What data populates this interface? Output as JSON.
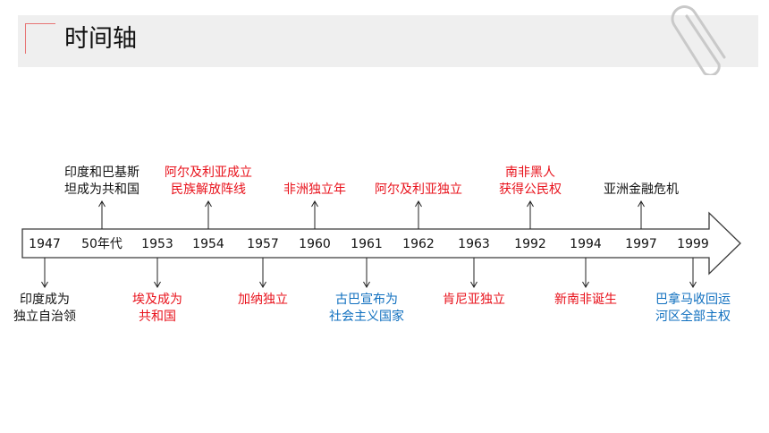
{
  "title": "时间轴",
  "colors": {
    "black": "#111111",
    "red": "#e8101a",
    "blue": "#0f6fbf",
    "accent_square": "#e77474"
  },
  "years": [
    "1947",
    "50年代",
    "1953",
    "1954",
    "1957",
    "1960",
    "1961",
    "1962",
    "1963",
    "1992",
    "1994",
    "1997",
    "1999"
  ],
  "events_above": [
    {
      "year": "50年代",
      "lines": [
        "印度和巴基斯",
        "坦成为共和国"
      ],
      "color": "black"
    },
    {
      "year": "1954",
      "lines": [
        "阿尔及利亚成立",
        "民族解放阵线"
      ],
      "color": "red"
    },
    {
      "year": "1960",
      "lines": [
        "非洲独立年"
      ],
      "color": "red"
    },
    {
      "year": "1962",
      "lines": [
        "阿尔及利亚独立"
      ],
      "color": "red"
    },
    {
      "year": "1992",
      "lines": [
        "南非黑人",
        "获得公民权"
      ],
      "color": "red"
    },
    {
      "year": "1997",
      "lines": [
        "亚洲金融危机"
      ],
      "color": "black"
    }
  ],
  "events_below": [
    {
      "year": "1947",
      "lines": [
        "印度成为",
        "独立自治领"
      ],
      "color": "black"
    },
    {
      "year": "1953",
      "lines": [
        "埃及成为",
        "共和国"
      ],
      "color": "red"
    },
    {
      "year": "1957",
      "lines": [
        "加纳独立"
      ],
      "color": "red"
    },
    {
      "year": "1961",
      "lines": [
        "古巴宣布为",
        "社会主义国家"
      ],
      "color": "blue"
    },
    {
      "year": "1963",
      "lines": [
        "肯尼亚独立"
      ],
      "color": "red"
    },
    {
      "year": "1994",
      "lines": [
        "新南非诞生"
      ],
      "color": "red"
    },
    {
      "year": "1999",
      "lines": [
        "巴拿马收回运",
        "河区全部主权"
      ],
      "color": "blue"
    }
  ],
  "icons": {
    "paperclip": "paperclip-icon"
  }
}
